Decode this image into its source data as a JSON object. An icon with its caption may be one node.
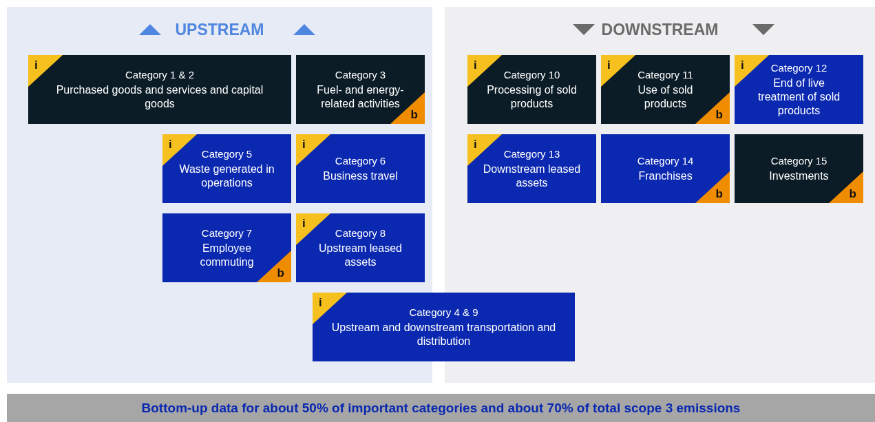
{
  "diagram": {
    "nodes": [
      {
        "text": [
          "UPSTREAM"
        ]
      },
      {
        "text": [
          "Category 1 & 2",
          "Purchased goods and services and capital goods"
        ],
        "in": 0
      },
      {
        "text": [
          "i"
        ],
        "in": 1
      },
      {
        "text": [
          "Category 3",
          "Fuel- and energy-related activities"
        ],
        "in": 0
      },
      {
        "text": [
          "b"
        ],
        "in": 3
      },
      {
        "text": [
          "Category 5",
          "Waste generated in operations"
        ],
        "in": 0
      },
      {
        "text": [
          "i"
        ],
        "in": 5
      },
      {
        "text": [
          "Category 6",
          "Business travel"
        ],
        "in": 0
      },
      {
        "text": [
          "i"
        ],
        "in": 7
      },
      {
        "text": [
          "Category 7",
          "Employee commuting"
        ],
        "in": 0
      },
      {
        "text": [
          "b"
        ],
        "in": 9
      },
      {
        "text": [
          "Category 8",
          "Upstream leased assets"
        ],
        "in": 0
      },
      {
        "text": [
          "i"
        ],
        "in": 11
      },
      {
        "text": [
          "DOWNSTREAM"
        ]
      },
      {
        "text": [
          "Category 10",
          "Processing of sold products"
        ],
        "in": 13
      },
      {
        "text": [
          "i"
        ],
        "in": 14
      },
      {
        "text": [
          "Category 11",
          "Use of sold products"
        ],
        "in": 13
      },
      {
        "text": [
          "i"
        ],
        "in": 16
      },
      {
        "text": [
          "b"
        ],
        "in": 16
      },
      {
        "text": [
          "Category 12",
          "End of live treatment of sold products"
        ],
        "in": 13
      },
      {
        "text": [
          "i"
        ],
        "in": 19
      },
      {
        "text": [
          "Category 13",
          "Downstream leased assets"
        ],
        "in": 13
      },
      {
        "text": [
          "i"
        ],
        "in": 21
      },
      {
        "text": [
          "Category 14",
          "Franchises"
        ],
        "in": 13
      },
      {
        "text": [
          "b"
        ],
        "in": 23
      },
      {
        "text": [
          "Category 15",
          "Investments"
        ],
        "in": 13
      },
      {
        "text": [
          "b"
        ],
        "in": 25
      },
      {
        "text": [
          "Category 4 & 9",
          "Upstream and downstream transportation and distribution"
        ]
      },
      {
        "text": [
          "i"
        ]
      },
      {
        "text": [
          "Bottom-up data for about 50% of important categories and about 70% of total scope 3 emissions"
        ]
      }
    ]
  }
}
